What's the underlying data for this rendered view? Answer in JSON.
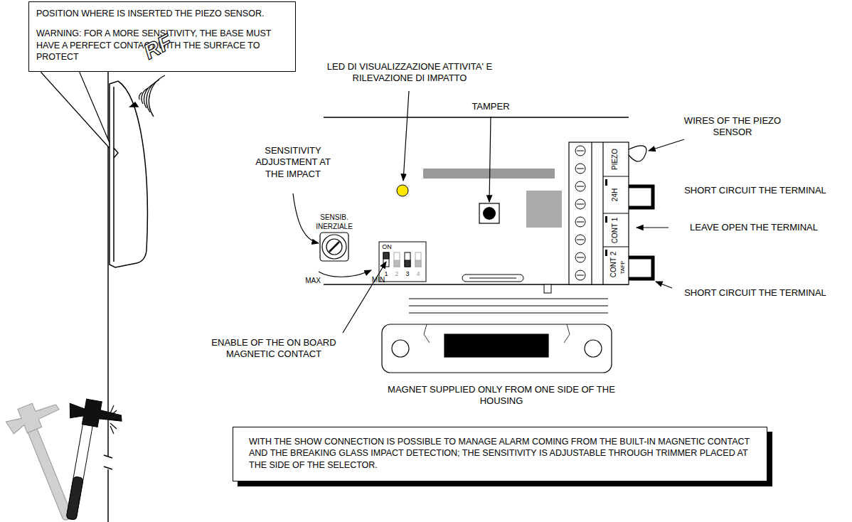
{
  "diagram": {
    "nodes": [
      {
        "text": [
          "POSITION WHERE IS INSERTED THE PIEZO SENSOR.",
          "WARNING: FOR A MORE SENSITIVITY, THE BASE MUST HAVE A PERFECT CONTACT WITH THE SURFACE TO PROTECT"
        ]
      },
      {
        "text": [
          "WITH THE SHOW CONNECTION IS POSSIBLE TO MANAGE ALARM COMING FROM THE BUILT-IN MAGNETIC CONTACT AND THE BREAKING GLASS IMPACT DETECTION; THE SENSITIVITY IS ADJUSTABLE THROUGH TRIMMER PLACED AT THE SIDE OF THE SELECTOR."
        ]
      }
    ],
    "labels": [
      "RF",
      "LED DI VISUALIZZAZIONE ATTIVITA' E RILEVAZIONE DI IMPATTO",
      "TAMPER",
      "WIRES OF THE PIEZO SENSOR",
      "SENSITIVITY ADJUSTMENT AT THE IMPACT",
      "SENSIB. INERZIALE",
      "ON",
      "1",
      "2",
      "3",
      "4",
      "MAX",
      "MIN",
      "PIEZO",
      "24H",
      "CONT 1",
      "CONT 2",
      "TAPP",
      "SHORT CIRCUIT THE TERMINAL",
      "LEAVE OPEN THE TERMINAL",
      "SHORT CIRCUIT THE TERMINAL",
      "ENABLE OF THE ON BOARD MAGNETIC CONTACT",
      "MAGNET SUPPLIED ONLY FROM ONE SIDE OF THE HOUSING"
    ]
  }
}
